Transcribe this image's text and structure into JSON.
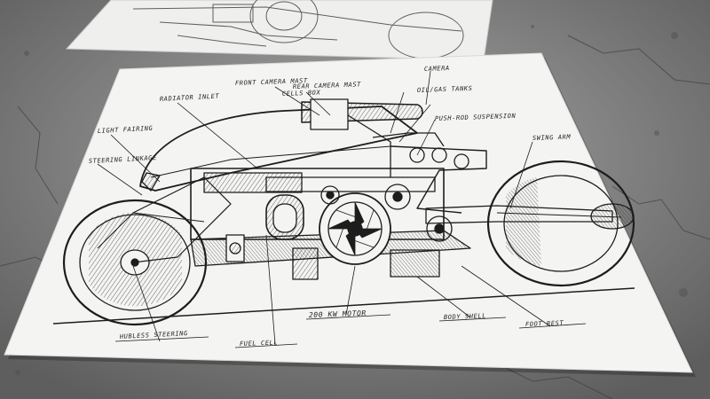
{
  "labels": {
    "front_camera_mast": "FRONT CAMERA MAST",
    "rear_camera_mast": "REAR CAMERA MAST",
    "camera": "CAMERA",
    "radiator_inlet": "RADIATOR INLET",
    "oil_gas_tanks": "OIL/GAS TANKS",
    "cells_box": "CELLS BOX",
    "push_rod_suspension": "PUSH-ROD SUSPENSION",
    "swing_arm": "SWING ARM",
    "light_fairing": "LIGHT FAIRING",
    "steering_linkage": "STEERING LINKAGE",
    "hubless_steering": "HUBLESS STEERING",
    "fuel_cell": "FUEL CELL",
    "motor": "200 KW MOTOR",
    "body_shell": "BODY SHELL",
    "foot_rest": "FOOT REST"
  },
  "colors": {
    "paper": "#f4f4f2",
    "ink": "#1d1d1d",
    "concrete": "#8e8e8e"
  }
}
